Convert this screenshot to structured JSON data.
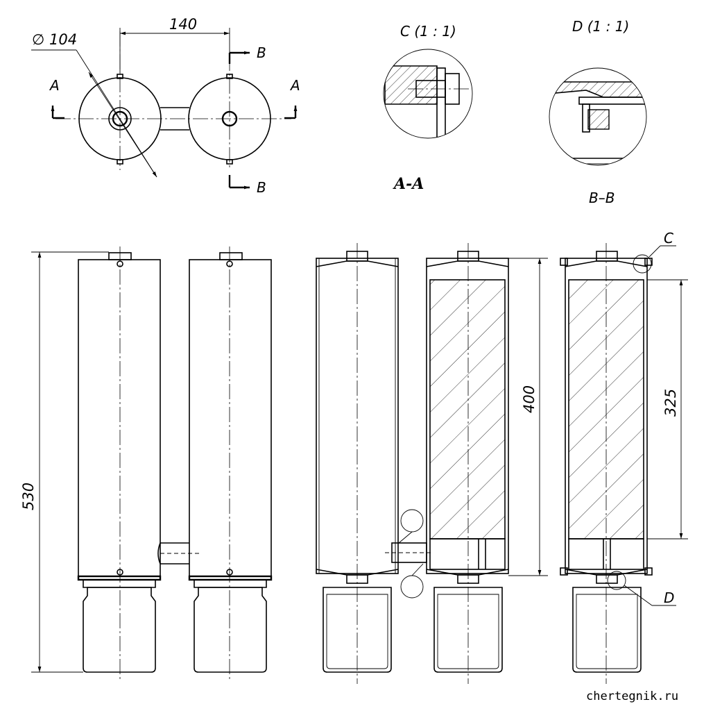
{
  "dimensions": {
    "diameter": "∅ 104",
    "spacing": "140",
    "total_height": "530",
    "body_height": "400",
    "filling_height": "325"
  },
  "section_labels": {
    "a_left": "A",
    "a_right": "A",
    "b_top": "B",
    "b_bottom": "B",
    "view_a": "A-A",
    "view_b": "B–B"
  },
  "details": {
    "c_title": "C (1 : 1)",
    "d_title": "D (1 : 1)",
    "c_callout": "C",
    "d_callout": "D"
  },
  "watermark": "chertegnik.ru"
}
